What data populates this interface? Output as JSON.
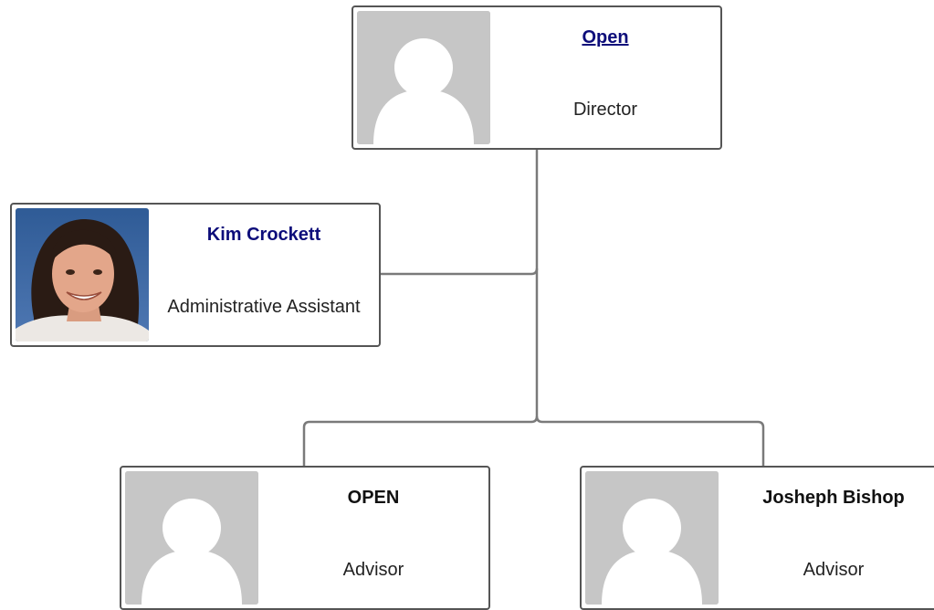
{
  "org_chart": {
    "director": {
      "name": "Open",
      "title": "Director",
      "photo": "placeholder-avatar"
    },
    "assistant": {
      "name": "Kim Crockett",
      "title": "Administrative Assistant",
      "photo": "portrait-photo"
    },
    "reports": [
      {
        "name": "OPEN",
        "title": "Advisor",
        "photo": "placeholder-avatar"
      },
      {
        "name": "Josheph Bishop",
        "title": "Advisor",
        "photo": "placeholder-avatar"
      }
    ]
  },
  "colors": {
    "connector": "#7a7a7a",
    "card_border": "#555555",
    "name_link": "#0d0d7a",
    "placeholder_bg": "#c6c6c6"
  }
}
